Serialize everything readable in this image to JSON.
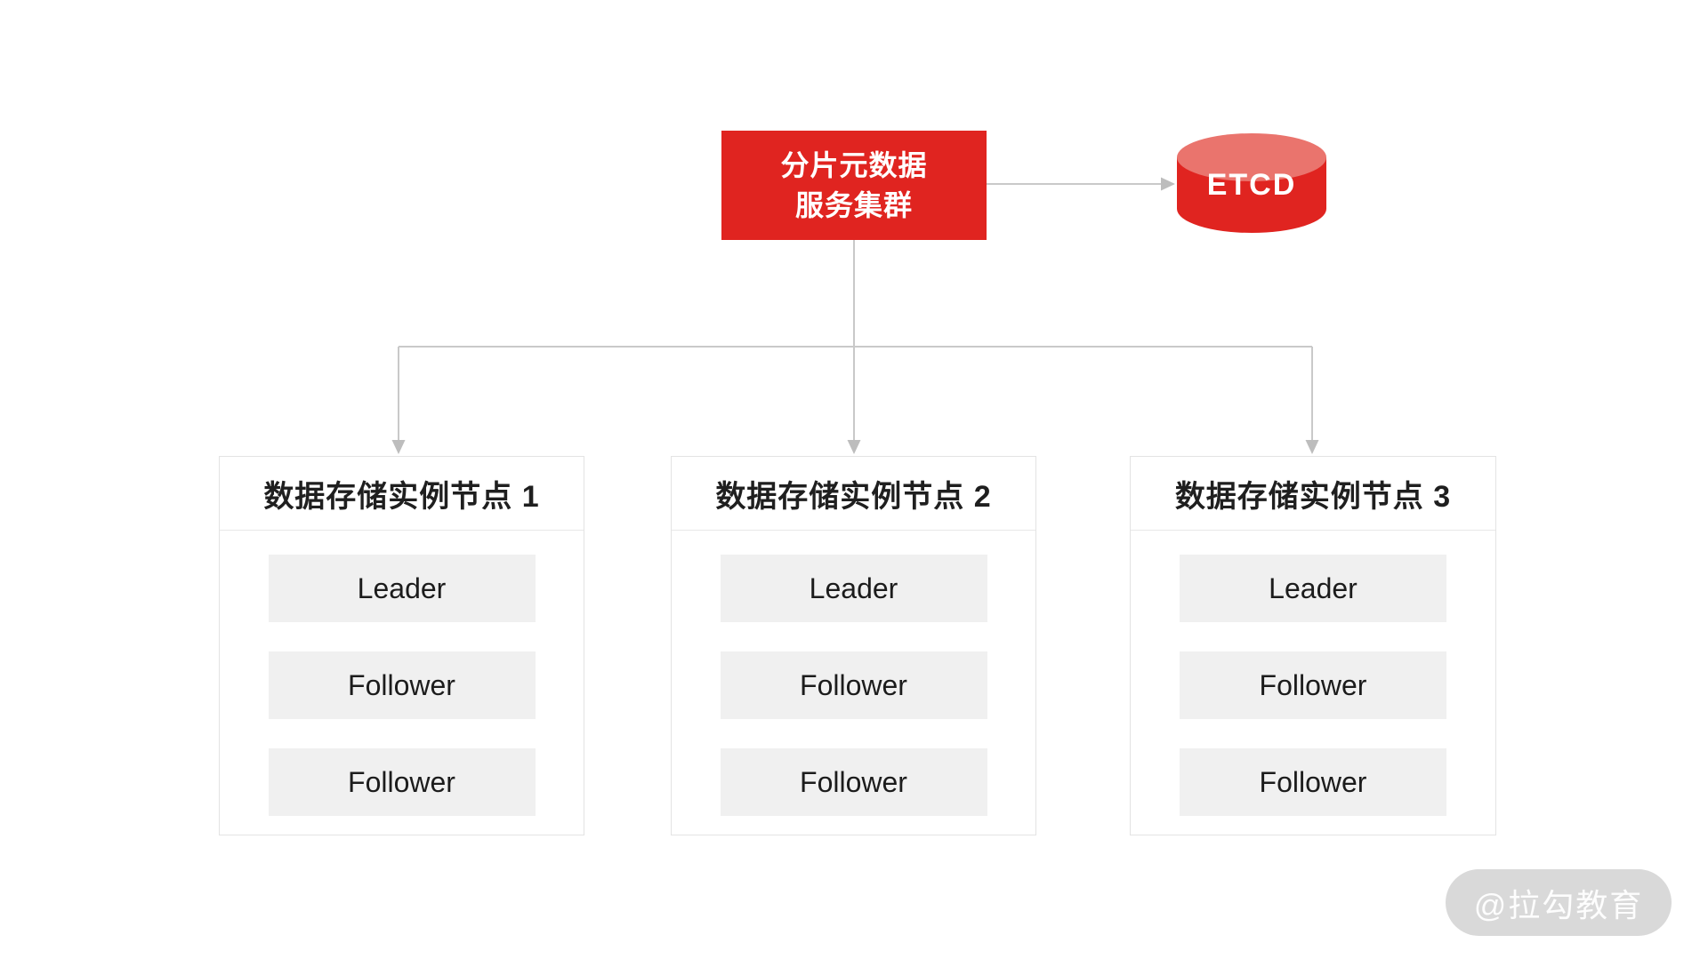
{
  "diagram": {
    "top_box": {
      "line1": "分片元数据",
      "line2": "服务集群"
    },
    "etcd": {
      "label": "ETCD"
    },
    "nodes": [
      {
        "title": "数据存储实例节点 1",
        "roles": [
          "Leader",
          "Follower",
          "Follower"
        ]
      },
      {
        "title": "数据存储实例节点 2",
        "roles": [
          "Leader",
          "Follower",
          "Follower"
        ]
      },
      {
        "title": "数据存储实例节点 3",
        "roles": [
          "Leader",
          "Follower",
          "Follower"
        ]
      }
    ],
    "watermark": "@拉勾教育",
    "colors": {
      "accent_red": "#e02420",
      "cylinder_top": "#ea746d",
      "line_gray": "#c9c9c9",
      "arrow_gray": "#bdbdbd",
      "border_gray": "#e3e3e3",
      "row_bg": "#f0f0f0",
      "watermark_bg": "#d9d9d9"
    }
  }
}
